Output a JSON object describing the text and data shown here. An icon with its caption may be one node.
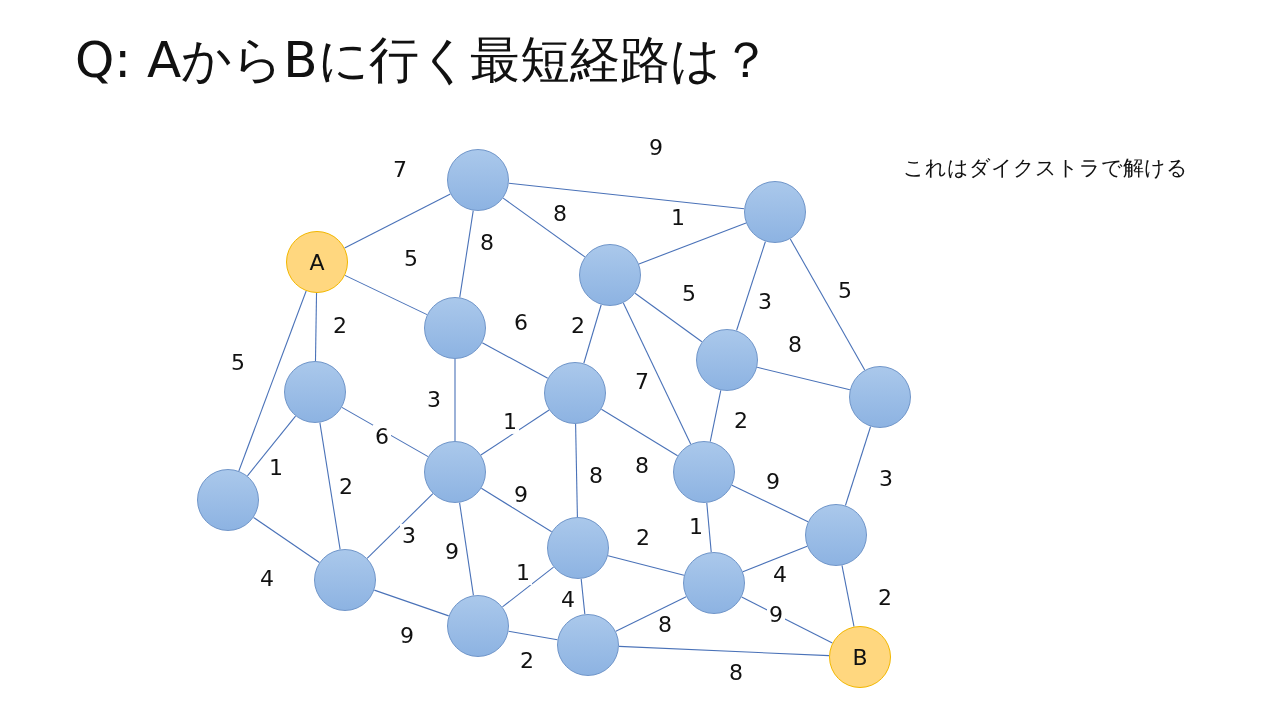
{
  "diagram": {
    "title": "Q: AからBに行く最短経路は？",
    "nodes": [
      {
        "text": [],
        "shape": "circle"
      },
      {
        "text": [
          "A"
        ]
      },
      {
        "text": [],
        "shape": "circle"
      },
      {
        "text": [],
        "shape": "circle"
      },
      {
        "text": [],
        "shape": "circle"
      },
      {
        "text": [],
        "shape": "circle"
      },
      {
        "text": [],
        "shape": "circle"
      },
      {
        "text": [],
        "shape": "circle"
      },
      {
        "text": [],
        "shape": "circle"
      },
      {
        "text": [],
        "shape": "circle"
      },
      {
        "text": [],
        "shape": "circle"
      },
      {
        "text": [],
        "shape": "circle"
      },
      {
        "text": [],
        "shape": "circle"
      },
      {
        "text": [],
        "shape": "circle"
      },
      {
        "text": [],
        "shape": "circle"
      },
      {
        "text": [],
        "shape": "circle"
      },
      {
        "text": [],
        "shape": "circle"
      },
      {
        "text": [],
        "shape": "circle"
      },
      {
        "text": [
          "B"
        ]
      }
    ],
    "edges": [
      {
        "from": 1,
        "to": 0,
        "arrow": "none",
        "label": "7"
      },
      {
        "from": 0,
        "to": 2,
        "arrow": "none",
        "label": "9"
      },
      {
        "from": 0,
        "to": 3,
        "arrow": "none",
        "label": "8"
      },
      {
        "from": 0,
        "to": 4,
        "arrow": "none",
        "label": "8"
      },
      {
        "from": 3,
        "to": 2,
        "arrow": "none",
        "label": "1"
      },
      {
        "from": 1,
        "to": 4,
        "arrow": "none",
        "label": "5"
      },
      {
        "from": 1,
        "to": 6,
        "arrow": "none",
        "label": "2"
      },
      {
        "from": 1,
        "to": 9,
        "arrow": "none",
        "label": "5"
      },
      {
        "from": 3,
        "to": 5,
        "arrow": "none",
        "label": "5"
      },
      {
        "from": 2,
        "to": 5,
        "arrow": "none",
        "label": "3"
      },
      {
        "from": 2,
        "to": 8,
        "arrow": "none",
        "label": "5"
      },
      {
        "from": 3,
        "to": 7,
        "arrow": "none",
        "label": "2"
      },
      {
        "from": 4,
        "to": 7,
        "arrow": "none",
        "label": "6"
      },
      {
        "from": 4,
        "to": 10,
        "arrow": "none",
        "label": "3"
      },
      {
        "from": 3,
        "to": 11,
        "arrow": "none",
        "label": "7"
      },
      {
        "from": 5,
        "to": 8,
        "arrow": "none",
        "label": "8"
      },
      {
        "from": 5,
        "to": 11,
        "arrow": "none",
        "label": "2"
      },
      {
        "from": 6,
        "to": 9,
        "arrow": "none",
        "label": "1"
      },
      {
        "from": 6,
        "to": 10,
        "arrow": "none",
        "label": "6"
      },
      {
        "from": 6,
        "to": 14,
        "arrow": "none",
        "label": "2"
      },
      {
        "from": 7,
        "to": 10,
        "arrow": "none",
        "label": "1"
      },
      {
        "from": 7,
        "to": 11,
        "arrow": "none",
        "label": "8"
      },
      {
        "from": 7,
        "to": 13,
        "arrow": "none",
        "label": "8"
      },
      {
        "from": 10,
        "to": 13,
        "arrow": "none",
        "label": "9"
      },
      {
        "from": 11,
        "to": 12,
        "arrow": "none",
        "label": "9"
      },
      {
        "from": 8,
        "to": 12,
        "arrow": "none",
        "label": "3"
      },
      {
        "from": 9,
        "to": 14,
        "arrow": "none",
        "label": "4"
      },
      {
        "from": 14,
        "to": 10,
        "arrow": "none",
        "label": "3"
      },
      {
        "from": 10,
        "to": 16,
        "arrow": "none",
        "label": "9"
      },
      {
        "from": 11,
        "to": 15,
        "arrow": "none",
        "label": "1"
      },
      {
        "from": 13,
        "to": 15,
        "arrow": "none",
        "label": "2"
      },
      {
        "from": 13,
        "to": 16,
        "arrow": "none",
        "label": "1"
      },
      {
        "from": 13,
        "to": 17,
        "arrow": "none",
        "label": "4"
      },
      {
        "from": 15,
        "to": 12,
        "arrow": "none",
        "label": "4"
      },
      {
        "from": 15,
        "to": 18,
        "arrow": "none",
        "label": "9"
      },
      {
        "from": 12,
        "to": 18,
        "arrow": "none",
        "label": "2"
      },
      {
        "from": 14,
        "to": 16,
        "arrow": "none",
        "label": "9"
      },
      {
        "from": 16,
        "to": 17,
        "arrow": "none",
        "label": "2"
      },
      {
        "from": 15,
        "to": 17,
        "arrow": "none",
        "label": "8"
      },
      {
        "from": 17,
        "to": 18,
        "arrow": "none",
        "label": "8"
      }
    ],
    "labels": [
      "これはダイクストラで解ける"
    ]
  }
}
